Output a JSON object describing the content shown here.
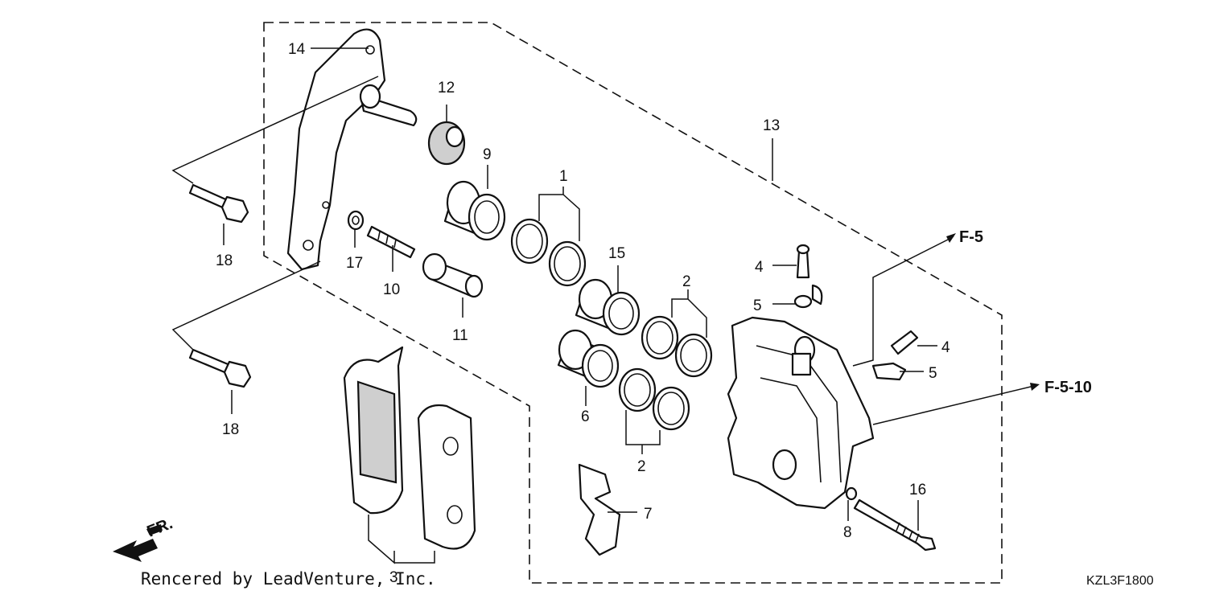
{
  "callouts": {
    "p1": "1",
    "p2a": "2",
    "p2b": "2",
    "p3": "3",
    "p4a": "4",
    "p4b": "4",
    "p5a": "5",
    "p5b": "5",
    "p6": "6",
    "p7": "7",
    "p8": "8",
    "p9": "9",
    "p10": "10",
    "p11": "11",
    "p12": "12",
    "p13": "13",
    "p14": "14",
    "p15": "15",
    "p16": "16",
    "p17": "17",
    "p18a": "18",
    "p18b": "18"
  },
  "references": {
    "ref_a": "F-5",
    "ref_b": "F-5-10"
  },
  "front_indicator": "FR.",
  "credit": "Rencered by LeadVenture, Inc.",
  "diagram_code": "KZL3F1800"
}
